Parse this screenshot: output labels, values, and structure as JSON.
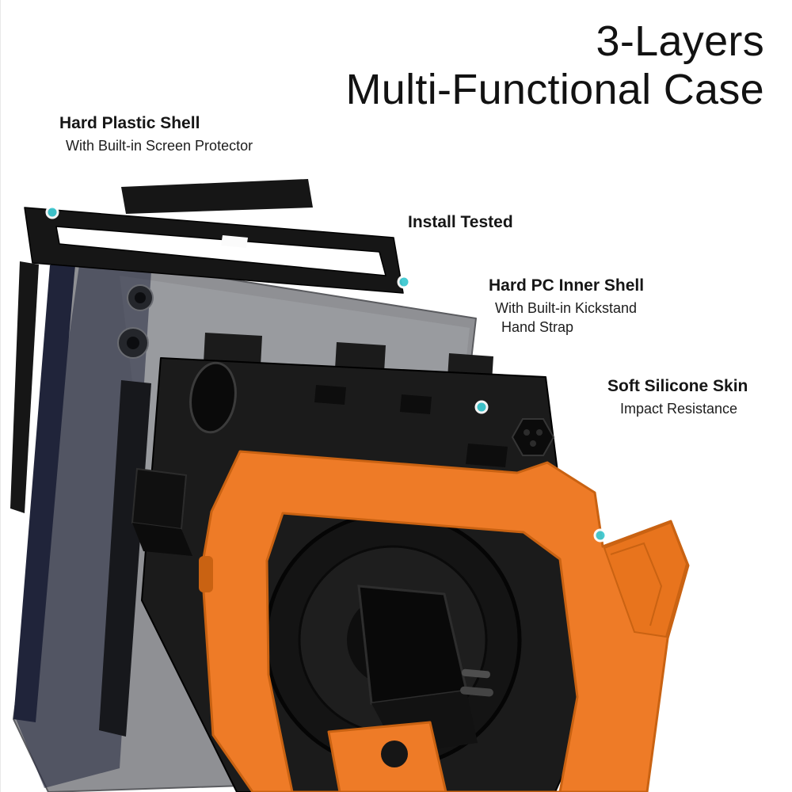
{
  "title": {
    "line1": "3-Layers",
    "line2": "Multi-Functional Case"
  },
  "callouts": {
    "hard_plastic_shell": {
      "heading": "Hard Plastic Shell",
      "sub1": "With Built-in Screen Protector"
    },
    "install_tested": {
      "heading": "Install Tested"
    },
    "hard_pc_inner_shell": {
      "heading": "Hard PC Inner Shell",
      "sub1": "With Built-in  Kickstand",
      "sub2": "Hand Strap"
    },
    "soft_silicone_skin": {
      "heading": "Soft Silicone Skin",
      "sub1": "Impact Resistance"
    }
  },
  "colors": {
    "accent_dot": "#3fc9d1",
    "silicone_orange": "#ee7b27",
    "orange_dark": "#c96212",
    "shell_black": "#1b1b1b",
    "frame_black": "#161616",
    "tablet_gray": "#8f9094",
    "tablet_edge_navy": "#20243a",
    "text": "#121212"
  }
}
